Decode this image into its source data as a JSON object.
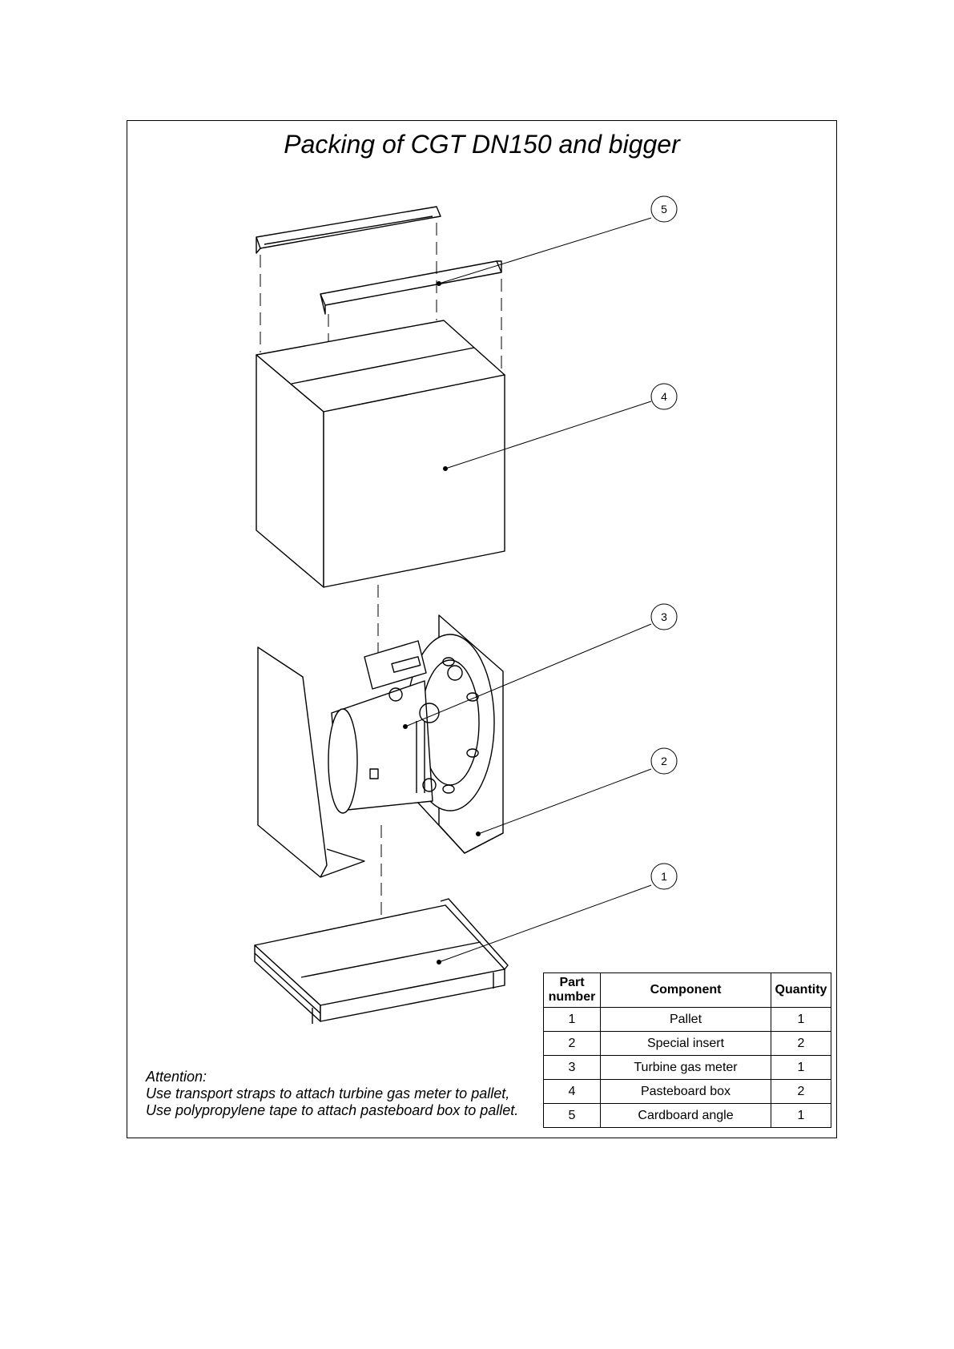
{
  "title": "Packing of CGT DN150 and bigger",
  "callouts": [
    "5",
    "4",
    "3",
    "2",
    "1"
  ],
  "attention": {
    "heading": "Attention:",
    "line1": "Use transport straps to attach turbine gas meter to pallet,",
    "line2": "Use polypropylene tape to attach pasteboard box to pallet."
  },
  "table": {
    "headers": {
      "part": "Part number",
      "component": "Component",
      "quantity": "Quantity"
    },
    "rows": [
      {
        "part": "1",
        "component": "Pallet",
        "quantity": "1"
      },
      {
        "part": "2",
        "component": "Special insert",
        "quantity": "2"
      },
      {
        "part": "3",
        "component": "Turbine gas meter",
        "quantity": "1"
      },
      {
        "part": "4",
        "component": "Pasteboard box",
        "quantity": "2"
      },
      {
        "part": "5",
        "component": "Cardboard angle",
        "quantity": "1"
      }
    ]
  }
}
